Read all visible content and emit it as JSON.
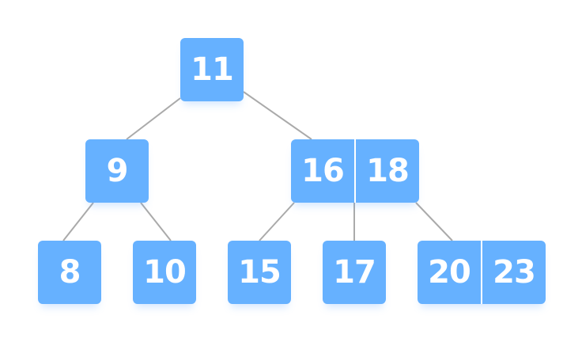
{
  "colors": {
    "node_fill": "#66b1ff",
    "key_text": "#ffffff",
    "edge": "#aaaaaa",
    "divider": "#ffffff"
  },
  "tree": {
    "root": {
      "keys": [
        "11"
      ]
    },
    "level1": {
      "left": {
        "keys": [
          "9"
        ]
      },
      "right": {
        "keys": [
          "16",
          "18"
        ]
      }
    },
    "level2": {
      "n8": {
        "keys": [
          "8"
        ]
      },
      "n10": {
        "keys": [
          "10"
        ]
      },
      "n15": {
        "keys": [
          "15"
        ]
      },
      "n17": {
        "keys": [
          "17"
        ]
      },
      "n20_23": {
        "keys": [
          "20",
          "23"
        ]
      }
    }
  }
}
